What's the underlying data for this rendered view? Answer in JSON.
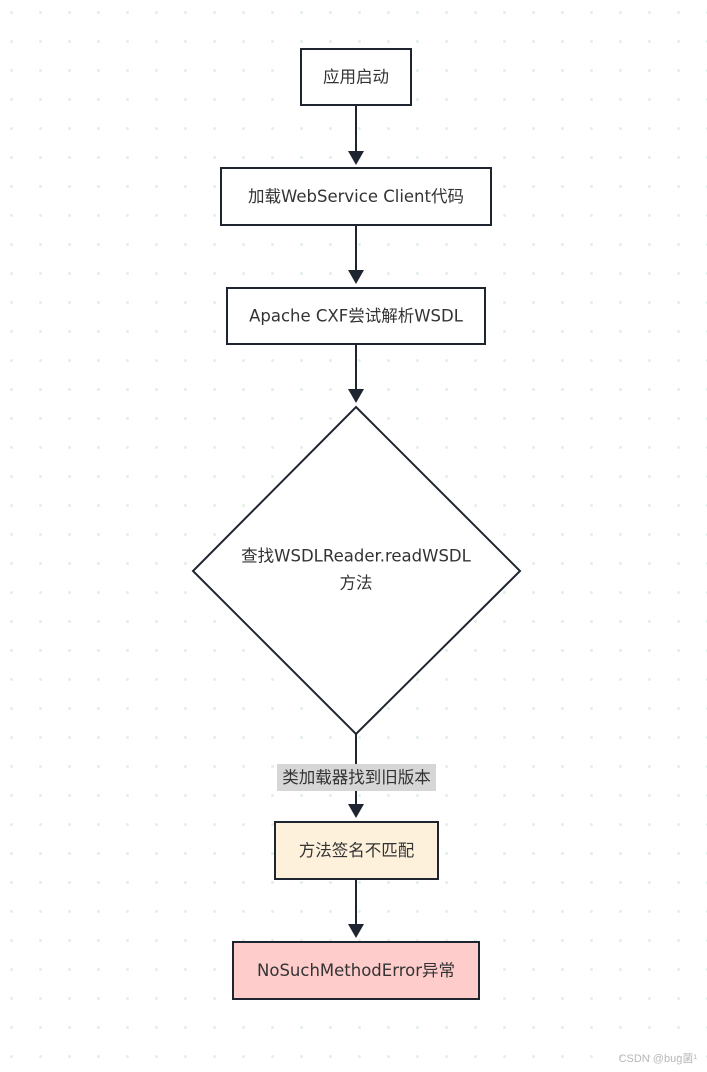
{
  "nodes": {
    "start": "应用启动",
    "load_client": "加载WebService Client代码",
    "parse_wsdl": "Apache CXF尝试解析WSDL",
    "decision_line1": "查找WSDLReader.readWSDL",
    "decision_line2": "方法",
    "signature_mismatch": "方法签名不匹配",
    "error": "NoSuchMethodError异常"
  },
  "edges": {
    "old_version_label": "类加载器找到旧版本"
  },
  "colors": {
    "stroke": "#1f2530",
    "default_fill": "#ffffff",
    "mismatch_fill": "#fdf1dc",
    "error_fill": "#ffcccc",
    "label_bg": "#d6d6d6"
  },
  "watermark": "CSDN @bug菌¹"
}
